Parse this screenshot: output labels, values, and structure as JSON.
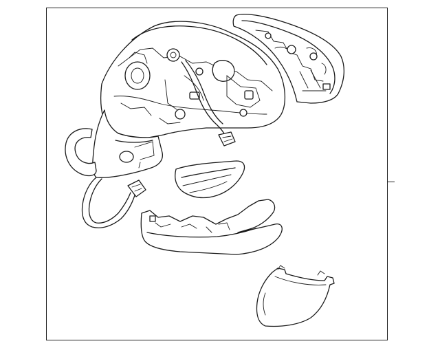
{
  "diagram": {
    "parts": [
      {
        "name": "mirror-assembly"
      },
      {
        "name": "mirror-glass-back-plate"
      },
      {
        "name": "side-turn-signal-lamp"
      },
      {
        "name": "lower-cover"
      },
      {
        "name": "base-cover"
      }
    ],
    "line_color": "#1a1a1a",
    "background": "#ffffff"
  }
}
